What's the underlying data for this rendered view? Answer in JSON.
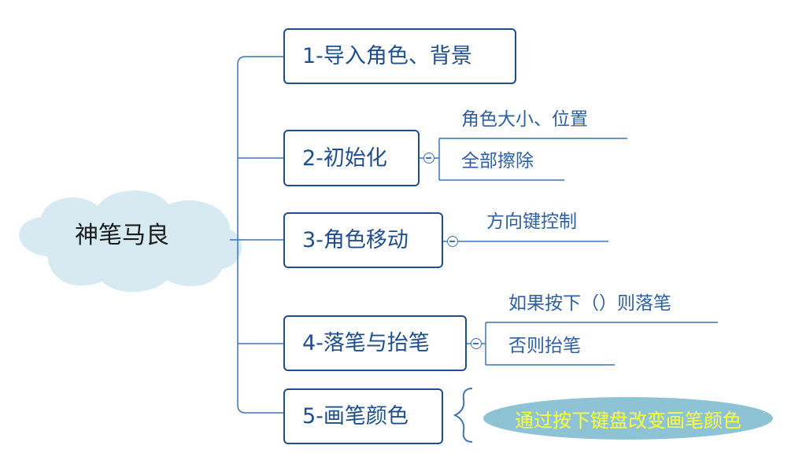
{
  "root": {
    "label": "神笔马良"
  },
  "topics": [
    {
      "label": "1-导入角色、背景",
      "subtopics": []
    },
    {
      "label": "2-初始化",
      "subtopics": [
        "角色大小、位置",
        "全部擦除"
      ]
    },
    {
      "label": "3-角色移动",
      "subtopics": [
        "方向键控制"
      ]
    },
    {
      "label": "4-落笔与抬笔",
      "subtopics": [
        "如果按下（）则落笔",
        "否则抬笔"
      ]
    },
    {
      "label": "5-画笔颜色",
      "subtopics": []
    }
  ],
  "note": {
    "label": "通过按下键盘改变画笔颜色"
  },
  "colors": {
    "line": "#3f74b8",
    "topic_border": "#1f4e8c",
    "cloud_fill": "#d7eaf2",
    "note_fill": "#8ec3d6",
    "note_text": "#ffff33"
  }
}
